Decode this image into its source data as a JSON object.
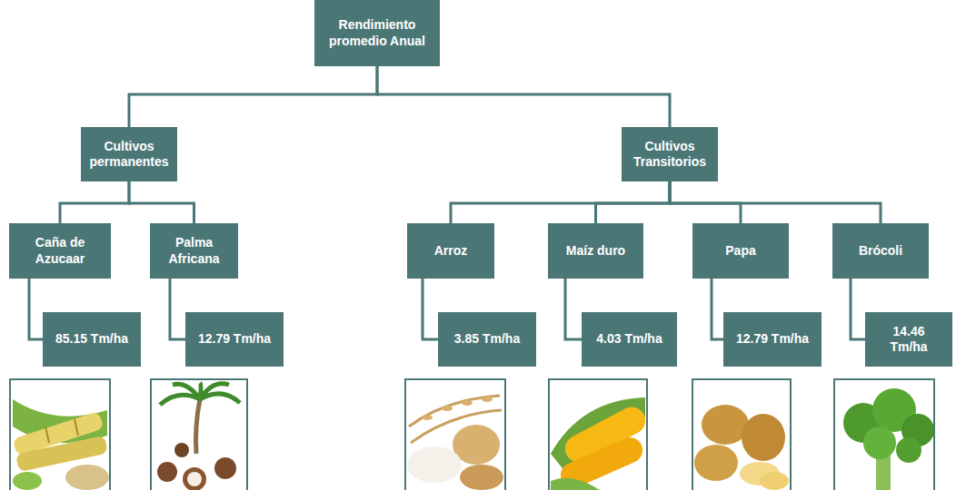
{
  "diagram": {
    "nodes": [
      {
        "text": [
          "Rendimiento promedio Anual"
        ]
      },
      {
        "text": [
          "Cultivos permanentes"
        ]
      },
      {
        "text": [
          "Cultivos Transitorios"
        ]
      },
      {
        "text": [
          "Caña de Azucaar"
        ]
      },
      {
        "text": [
          "Palma Africana"
        ]
      },
      {
        "text": [
          "Arroz"
        ]
      },
      {
        "text": [
          "Maíz duro"
        ]
      },
      {
        "text": [
          "Papa"
        ]
      },
      {
        "text": [
          "Brócoli"
        ]
      },
      {
        "text": [
          "85.15 Tm/ha"
        ]
      },
      {
        "text": [
          "12.79 Tm/ha"
        ]
      },
      {
        "text": [
          "3.85 Tm/ha"
        ]
      },
      {
        "text": [
          "4.03 Tm/ha"
        ]
      },
      {
        "text": [
          "12.79 Tm/ha"
        ]
      },
      {
        "text": [
          "14.46 Tm/ha"
        ]
      }
    ],
    "edges": [
      {
        "from": 0,
        "to": 1,
        "arrow": "none"
      },
      {
        "from": 0,
        "to": 2,
        "arrow": "none"
      },
      {
        "from": 1,
        "to": 3,
        "arrow": "none"
      },
      {
        "from": 1,
        "to": 4,
        "arrow": "none"
      },
      {
        "from": 2,
        "to": 5,
        "arrow": "none"
      },
      {
        "from": 2,
        "to": 6,
        "arrow": "none"
      },
      {
        "from": 2,
        "to": 7,
        "arrow": "none"
      },
      {
        "from": 2,
        "to": 8,
        "arrow": "none"
      },
      {
        "from": 3,
        "to": 9,
        "arrow": "none"
      },
      {
        "from": 4,
        "to": 10,
        "arrow": "none"
      },
      {
        "from": 5,
        "to": 11,
        "arrow": "none"
      },
      {
        "from": 6,
        "to": 12,
        "arrow": "none"
      },
      {
        "from": 7,
        "to": 13,
        "arrow": "none"
      },
      {
        "from": 8,
        "to": 14,
        "arrow": "none"
      }
    ]
  }
}
